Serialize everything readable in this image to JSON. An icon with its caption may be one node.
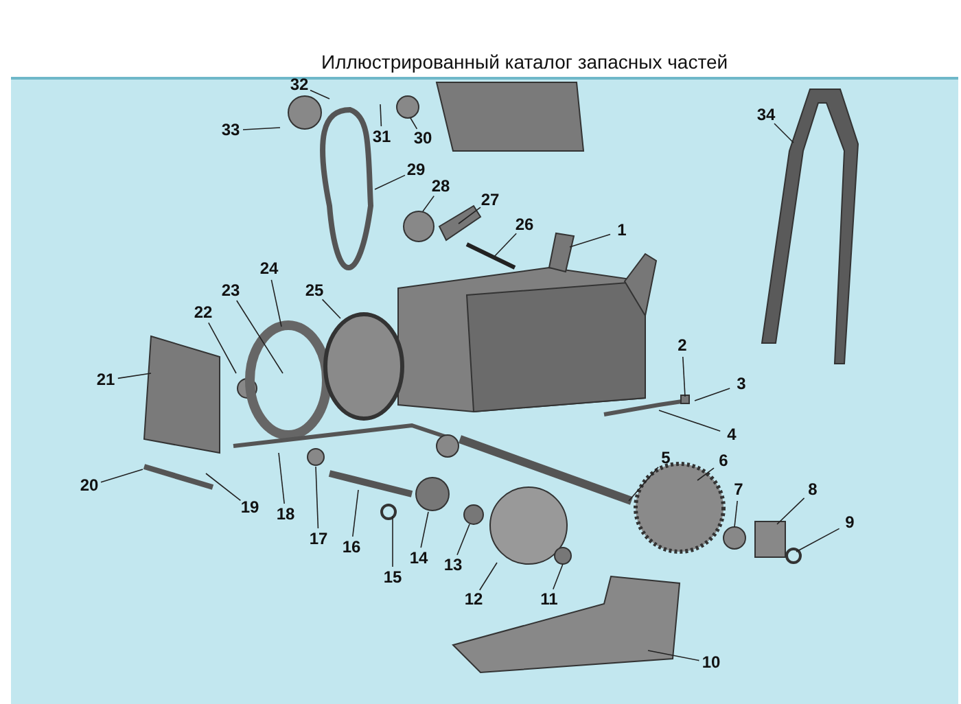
{
  "diagram": {
    "title": "Иллюстрированный каталог запасных частей",
    "nodes": [
      {
        "text": [
          "1"
        ]
      },
      {
        "text": [
          "2"
        ]
      },
      {
        "text": [
          "3"
        ]
      },
      {
        "text": [
          "4"
        ]
      },
      {
        "text": [
          "5"
        ]
      },
      {
        "text": [
          "6"
        ]
      },
      {
        "text": [
          "7"
        ]
      },
      {
        "text": [
          "8"
        ]
      },
      {
        "text": [
          "9"
        ]
      },
      {
        "text": [
          "10"
        ]
      },
      {
        "text": [
          "11"
        ]
      },
      {
        "text": [
          "12"
        ]
      },
      {
        "text": [
          "13"
        ]
      },
      {
        "text": [
          "14"
        ]
      },
      {
        "text": [
          "15"
        ]
      },
      {
        "text": [
          "16"
        ]
      },
      {
        "text": [
          "17"
        ]
      },
      {
        "text": [
          "18"
        ]
      },
      {
        "text": [
          "19"
        ]
      },
      {
        "text": [
          "20"
        ]
      },
      {
        "text": [
          "21"
        ]
      },
      {
        "text": [
          "22"
        ]
      },
      {
        "text": [
          "23"
        ]
      },
      {
        "text": [
          "24"
        ]
      },
      {
        "text": [
          "25"
        ]
      },
      {
        "text": [
          "26"
        ]
      },
      {
        "text": [
          "27"
        ]
      },
      {
        "text": [
          "28"
        ]
      },
      {
        "text": [
          "29"
        ]
      },
      {
        "text": [
          "30"
        ]
      },
      {
        "text": [
          "31"
        ]
      },
      {
        "text": [
          "32"
        ]
      },
      {
        "text": [
          "33"
        ]
      },
      {
        "text": [
          "34"
        ]
      }
    ],
    "edges": [
      {
        "from": 0,
        "to": null,
        "arrow": "none"
      },
      {
        "from": 1,
        "to": null,
        "arrow": "none"
      },
      {
        "from": 2,
        "to": null,
        "arrow": "none"
      },
      {
        "from": 3,
        "to": null,
        "arrow": "none"
      },
      {
        "from": 4,
        "to": null,
        "arrow": "none"
      },
      {
        "from": 5,
        "to": null,
        "arrow": "none"
      },
      {
        "from": 6,
        "to": null,
        "arrow": "none"
      },
      {
        "from": 7,
        "to": null,
        "arrow": "none"
      },
      {
        "from": 8,
        "to": null,
        "arrow": "none"
      },
      {
        "from": 9,
        "to": null,
        "arrow": "none"
      },
      {
        "from": 10,
        "to": null,
        "arrow": "none"
      },
      {
        "from": 11,
        "to": null,
        "arrow": "none"
      },
      {
        "from": 12,
        "to": null,
        "arrow": "none"
      },
      {
        "from": 13,
        "to": null,
        "arrow": "none"
      },
      {
        "from": 14,
        "to": null,
        "arrow": "none"
      },
      {
        "from": 15,
        "to": null,
        "arrow": "none"
      },
      {
        "from": 16,
        "to": null,
        "arrow": "none"
      },
      {
        "from": 17,
        "to": null,
        "arrow": "none"
      },
      {
        "from": 18,
        "to": null,
        "arrow": "none"
      },
      {
        "from": 19,
        "to": null,
        "arrow": "none"
      },
      {
        "from": 20,
        "to": null,
        "arrow": "none"
      },
      {
        "from": 21,
        "to": null,
        "arrow": "none"
      },
      {
        "from": 22,
        "to": null,
        "arrow": "none"
      },
      {
        "from": 23,
        "to": null,
        "arrow": "none"
      },
      {
        "from": 24,
        "to": null,
        "arrow": "none"
      },
      {
        "from": 25,
        "to": null,
        "arrow": "none"
      },
      {
        "from": 26,
        "to": null,
        "arrow": "none"
      },
      {
        "from": 27,
        "to": null,
        "arrow": "none"
      },
      {
        "from": 28,
        "to": null,
        "arrow": "none"
      },
      {
        "from": 29,
        "to": null,
        "arrow": "none"
      },
      {
        "from": 30,
        "to": null,
        "arrow": "none"
      },
      {
        "from": 31,
        "to": null,
        "arrow": "none"
      },
      {
        "from": 32,
        "to": null,
        "arrow": "none"
      },
      {
        "from": 33,
        "to": null,
        "arrow": "none"
      }
    ]
  }
}
